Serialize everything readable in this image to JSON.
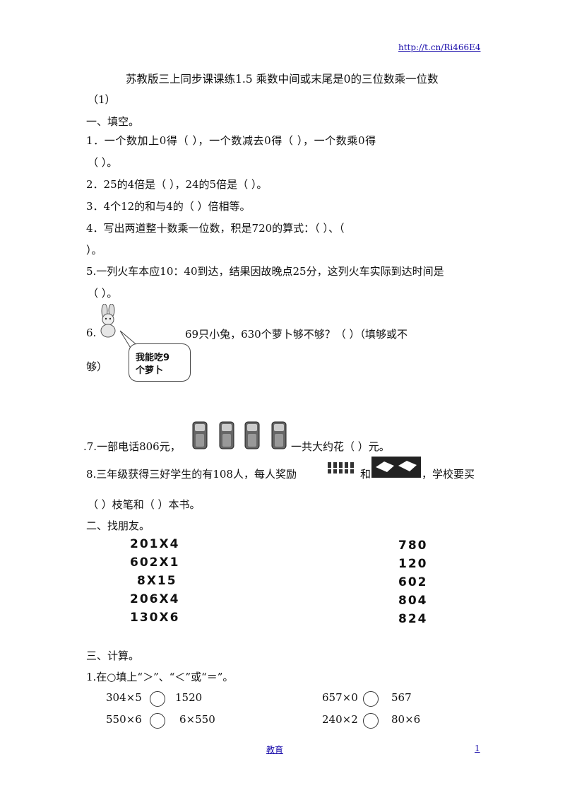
{
  "header": {
    "url": "http://t.cn/Ri466E4"
  },
  "title": {
    "line1": "苏教版三上同步课课练1.5     乘数中间或末尾是0的三位数乘一位数",
    "line2": "（1）"
  },
  "sections": {
    "one": "一、填空。",
    "two": "二、找朋友。",
    "three": "三、计算。"
  },
  "questions": {
    "q1a": "1．一个数加上0得（          ），一个数减去0得（          ），一个数乘0得",
    "q1b": "（          ）。",
    "q2": "2．25的4倍是（          ），24的5倍是（          ）。",
    "q3": "3．4个12的和与4的（          ）倍相等。",
    "q4a": "4．写出两道整十数乘一位数，积是720的算式：（                              ）、（",
    "q4b": "）。",
    "q5a": "5.一列火车本应10：40到达，结果因故晚点25分，这列火车实际到达时间是",
    "q5b": "（            ）。",
    "q6num": "6.",
    "q6text": "69只小兔，630个萝卜够不够？（            ）（填够或不",
    "q6end": "够）",
    "q6bubble1": "我能吃9",
    "q6bubble2": "个萝卜",
    "q7a": ".7.一部电话806元，",
    "q7b": "一共大约花（            ）元。",
    "q8a": "8.三年级获得三好学生的有108人，每人奖励",
    "q8and": "和",
    "q8b": "，学校要买",
    "q8c": "（          ）枝笔和（          ）本书。"
  },
  "matching": {
    "left": [
      "201X4",
      "602X1",
      "8X15",
      "206X4",
      "130X6"
    ],
    "right": [
      "780",
      "120",
      "602",
      "804",
      "824"
    ]
  },
  "compare": {
    "intro": "1.在○填上“＞”、“＜”或“＝”。",
    "rows": [
      {
        "left": "304×5",
        "right": "1520"
      },
      {
        "left": "550×6",
        "right": "6×550"
      },
      {
        "left": "657×0",
        "right": "567"
      },
      {
        "left": "240×2",
        "right": "80×6"
      }
    ]
  },
  "footer": {
    "center": "教育",
    "page": "1"
  },
  "colors": {
    "link": "#1a0dab",
    "text": "#111111"
  }
}
